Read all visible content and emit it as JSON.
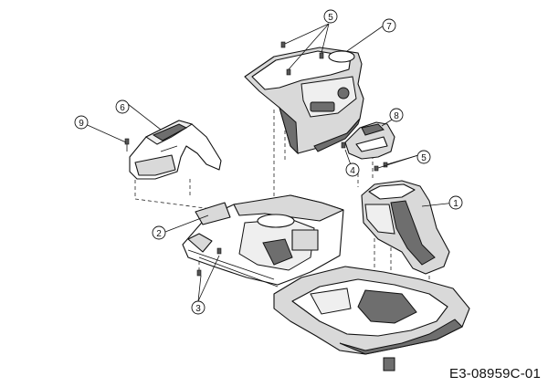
{
  "diagram": {
    "code": "E3-08959C-01",
    "callouts": [
      {
        "id": "c1",
        "label": "1"
      },
      {
        "id": "c2",
        "label": "2"
      },
      {
        "id": "c3",
        "label": "3"
      },
      {
        "id": "c4",
        "label": "4"
      },
      {
        "id": "c5a",
        "label": "5"
      },
      {
        "id": "c5b",
        "label": "5"
      },
      {
        "id": "c6",
        "label": "6"
      },
      {
        "id": "c7",
        "label": "7"
      },
      {
        "id": "c8",
        "label": "8"
      },
      {
        "id": "c9",
        "label": "9"
      }
    ]
  }
}
